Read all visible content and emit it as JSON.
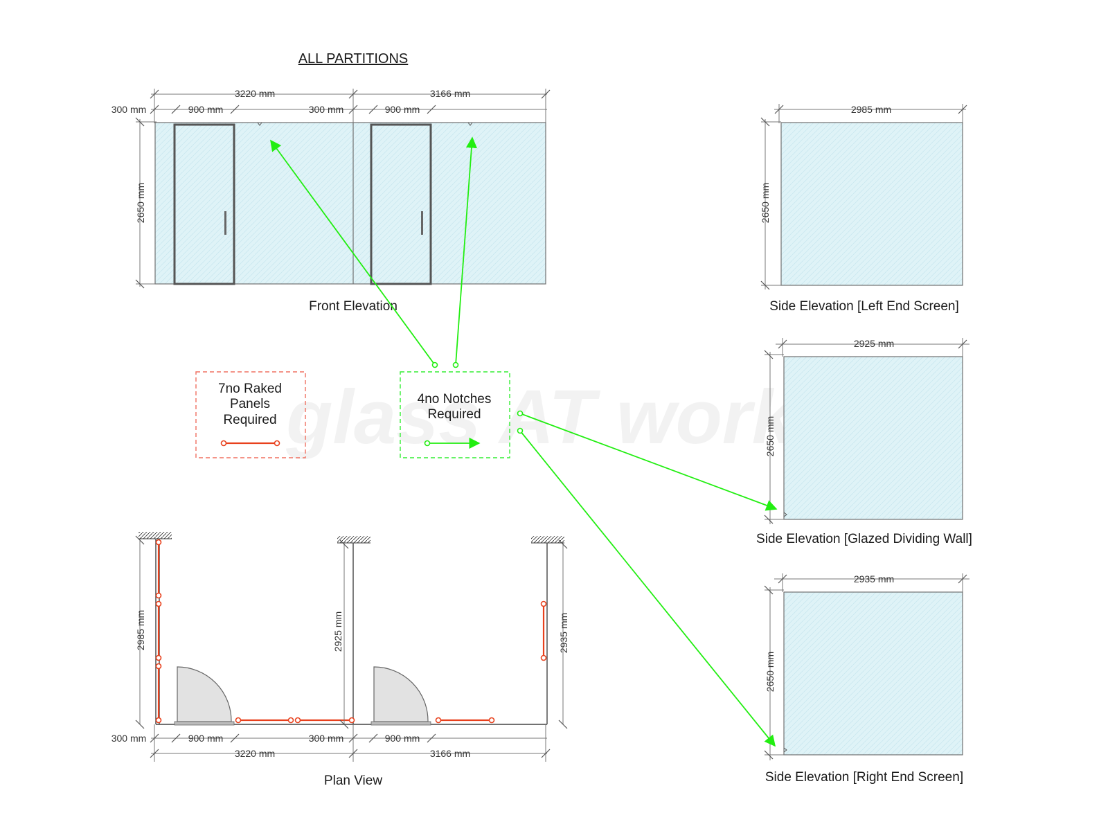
{
  "title": "ALL PARTITIONS",
  "watermark": "glass AT work",
  "front_elevation": {
    "label": "Front Elevation",
    "dims": {
      "overall_left": "3220 mm",
      "overall_right": "3166 mm",
      "side_left": "300 mm",
      "door_left": "900 mm",
      "side_mid": "300 mm",
      "door_right": "900 mm",
      "height": "2650 mm"
    }
  },
  "side_left": {
    "label": "Side Elevation [Left End Screen]",
    "width": "2985 mm",
    "height": "2650 mm"
  },
  "side_mid": {
    "label": "Side Elevation [Glazed Dividing Wall]",
    "width": "2925 mm",
    "height": "2650 mm"
  },
  "side_right": {
    "label": "Side Elevation [Right End Screen]",
    "width": "2935 mm",
    "height": "2650 mm"
  },
  "legend_raked": {
    "lines": [
      "7no Raked",
      "Panels",
      "Required"
    ],
    "color": "#e8401c"
  },
  "legend_notches": {
    "lines": [
      "4no Notches",
      "Required"
    ],
    "color": "#22ee11"
  },
  "plan_view": {
    "label": "Plan View",
    "dims": {
      "overall_left": "3220 mm",
      "overall_right": "3166 mm",
      "side_left": "300 mm",
      "door_left": "900 mm",
      "side_mid": "300 mm",
      "door_right": "900 mm",
      "depth_left": "2985 mm",
      "depth_mid": "2925 mm",
      "depth_right": "2935 mm"
    }
  }
}
